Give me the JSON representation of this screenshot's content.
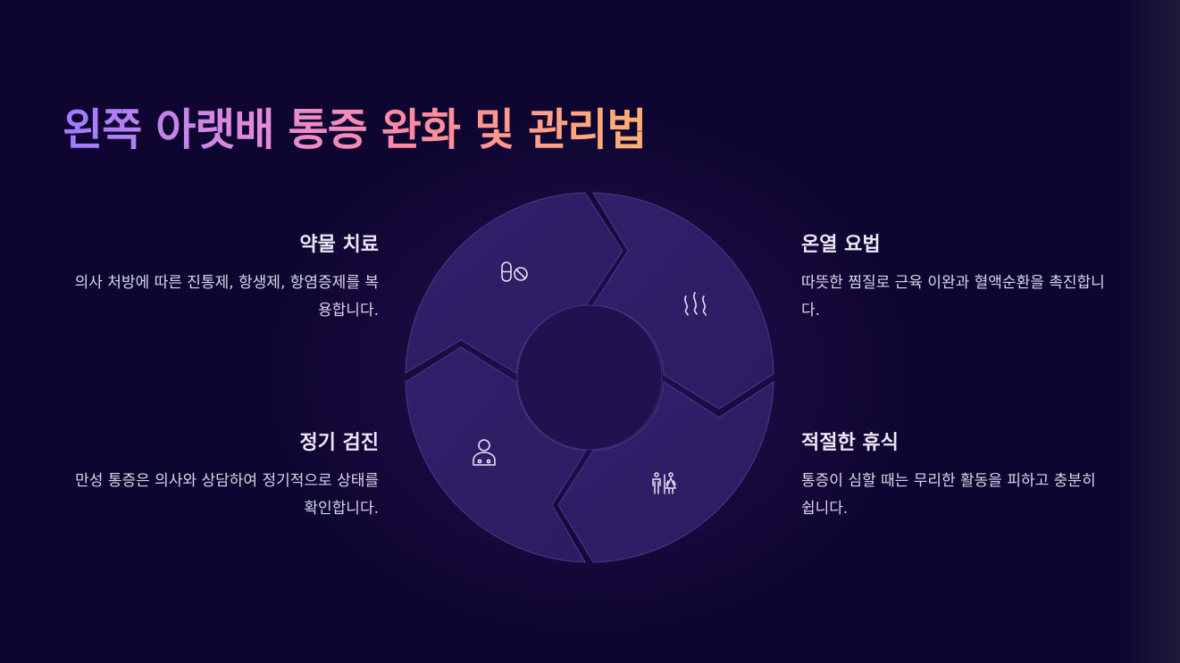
{
  "title": "왼쪽 아랫배 통증 완화 및 관리법",
  "colors": {
    "background": "#0e0630",
    "segment_fill": "#2e1c66",
    "segment_stroke": "#4a3a8a",
    "center_fill": "#22114f",
    "title_gradient": [
      "#9d7bff",
      "#e58bd6",
      "#ff8aa0",
      "#ffb070"
    ],
    "icon_color": "#e8e0f5"
  },
  "items": [
    {
      "position": "top-left",
      "title": "약물 치료",
      "description": "의사 처방에 따른 진통제, 항생제, 항염증제를 복용합니다.",
      "icon": "pills-icon"
    },
    {
      "position": "top-right",
      "title": "온열 요법",
      "description": "따뜻한 찜질로 근육 이완과 혈액순환을 촉진합니다.",
      "icon": "heat-waves-icon"
    },
    {
      "position": "bottom-left",
      "title": "정기 검진",
      "description": "만성 통증은 의사와 상담하여 정기적으로 상태를 확인합니다.",
      "icon": "doctor-icon"
    },
    {
      "position": "bottom-right",
      "title": "적절한 휴식",
      "description": "통증이 심할 때는 무리한 활동을 피하고 충분히 쉽니다.",
      "icon": "man-woman-icon"
    }
  ]
}
